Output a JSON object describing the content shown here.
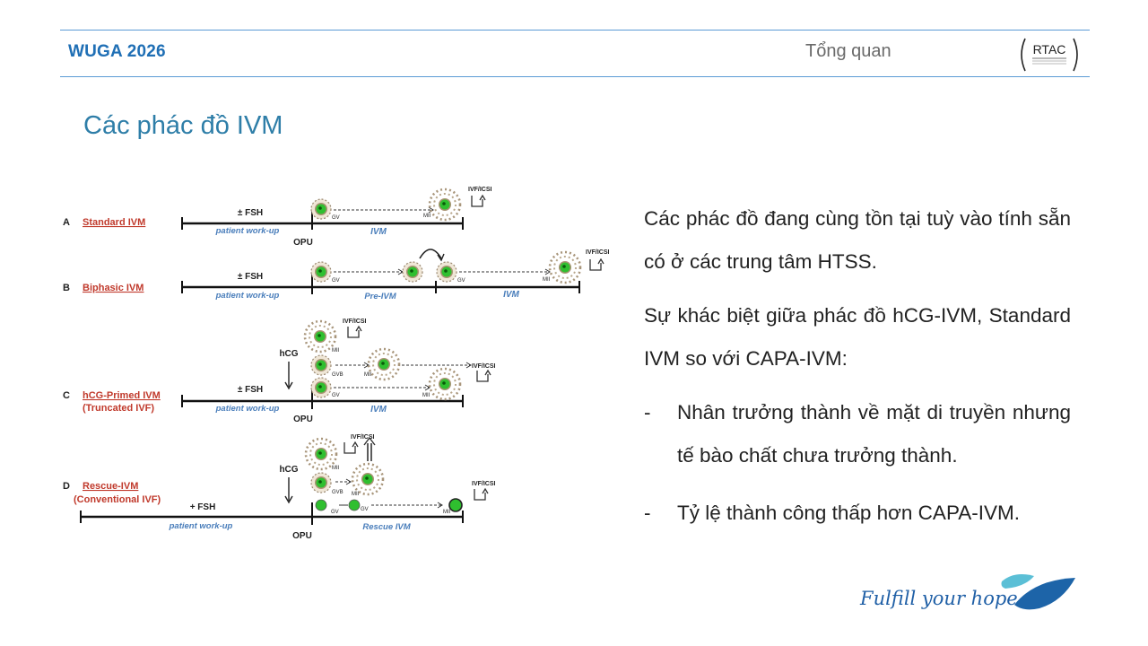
{
  "header": {
    "conference": "WUGA 2026",
    "section": "Tổng quan",
    "logo_text": "RTAC"
  },
  "slide": {
    "title": "Các phác đồ IVM"
  },
  "figure": {
    "protocols": [
      {
        "letter": "A",
        "name": "Standard IVM",
        "subtitle": ""
      },
      {
        "letter": "B",
        "name": "Biphasic IVM",
        "subtitle": ""
      },
      {
        "letter": "C",
        "name": "hCG-Primed IVM",
        "subtitle": "(Truncated IVF)"
      },
      {
        "letter": "D",
        "name": "Rescue-IVM",
        "subtitle": "(Conventional IVF)"
      }
    ],
    "labels": {
      "fsh_pm": "± FSH",
      "fsh_plus": "+ FSH",
      "work_up": "patient work-up",
      "opu": "OPU",
      "ivm": "IVM",
      "pre_ivm": "Pre-IVM",
      "rescue_ivm": "Rescue IVM",
      "hcg": "hCG",
      "ivf_icsi": "IVF/ICSI",
      "gv": "GV",
      "gvb": "GVB",
      "mii": "MII"
    }
  },
  "content": {
    "paragraph1": "Các phác đồ đang cùng tồn tại tuỳ vào tính sẵn có ở các trung tâm HTSS.",
    "paragraph2": "Sự khác biệt giữa phác đồ hCG-IVM, Standard IVM so với CAPA-IVM:",
    "bullets": [
      {
        "marker": "-",
        "text": "Nhân trưởng thành về mặt di truyền nhưng tế bào chất chưa trưởng thành."
      },
      {
        "marker": "-",
        "text": "Tỷ lệ thành công thấp hơn CAPA-IVM."
      }
    ]
  },
  "footer": {
    "tagline": "Fulfill your hope"
  },
  "colors": {
    "accent_blue": "#1f6fb5",
    "title_teal": "#2e7ea8",
    "protocol_red": "#c0392b",
    "phase_blue": "#4a7ebb",
    "oocyte_green": "#2fbf2f"
  }
}
